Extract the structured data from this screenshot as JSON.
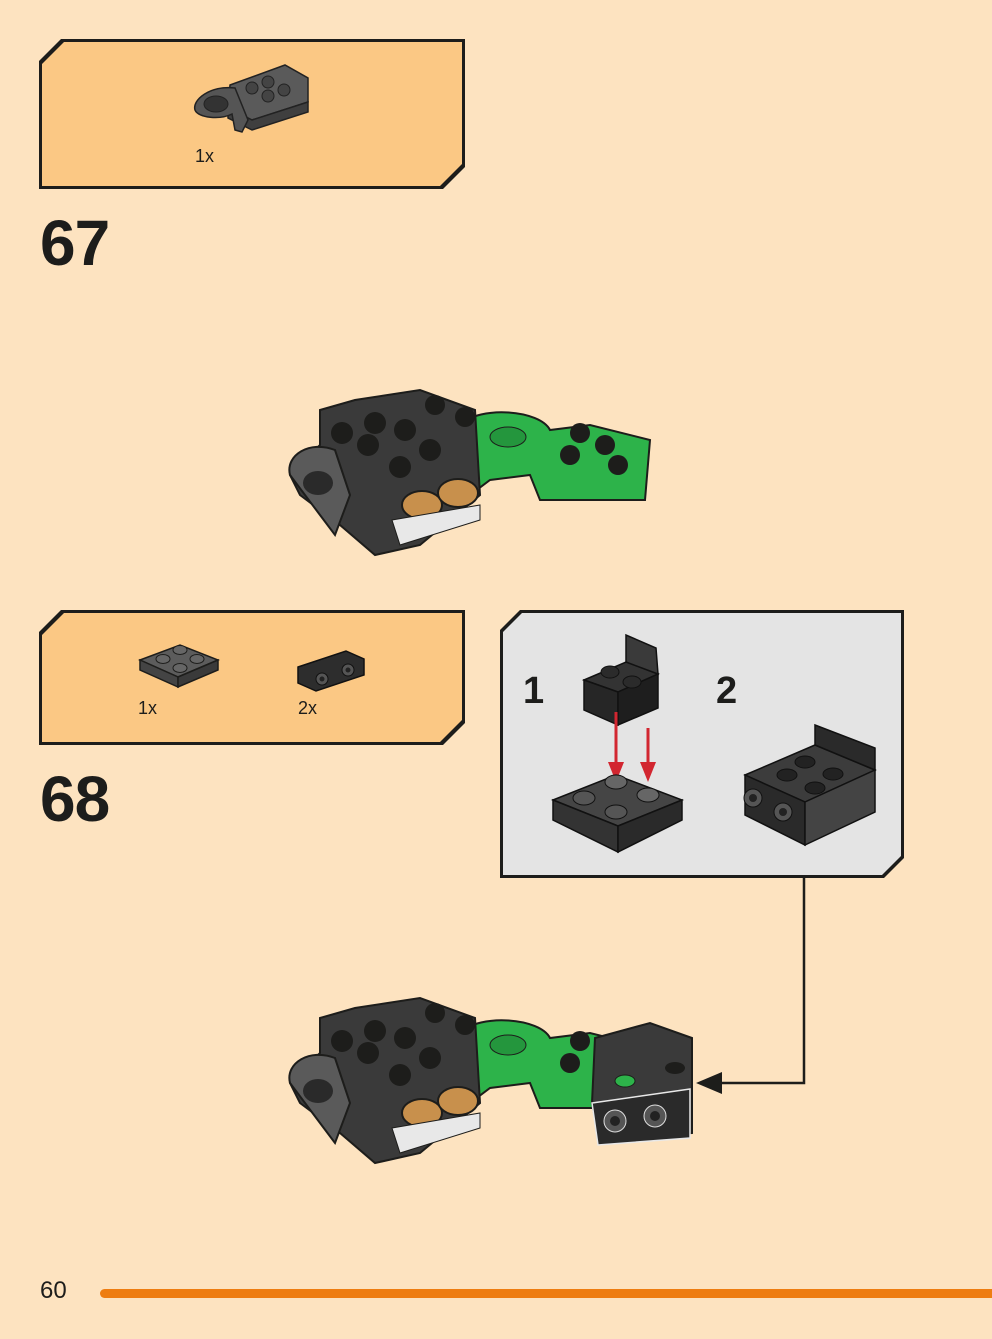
{
  "colors": {
    "page_bg": "#FDE3C0",
    "parts_box": "#FBC884",
    "sub_box": "#E4E4E4",
    "progress": "#EE7D11",
    "arrow_red": "#D22630",
    "brick_green": "#2DB34A",
    "brick_dark": "#3A3A3A",
    "brick_tan": "#C8904C"
  },
  "step67": {
    "number": "67",
    "parts": [
      {
        "qty": "1x",
        "icon": "dark-gray-ball-socket-plate-icon"
      }
    ]
  },
  "step68": {
    "number": "68",
    "parts": [
      {
        "qty": "1x",
        "icon": "dark-gray-2x2-plate-icon"
      },
      {
        "qty": "2x",
        "icon": "black-bracket-icon"
      }
    ],
    "substeps": [
      "1",
      "2"
    ]
  },
  "footer": {
    "page_number": "60"
  }
}
